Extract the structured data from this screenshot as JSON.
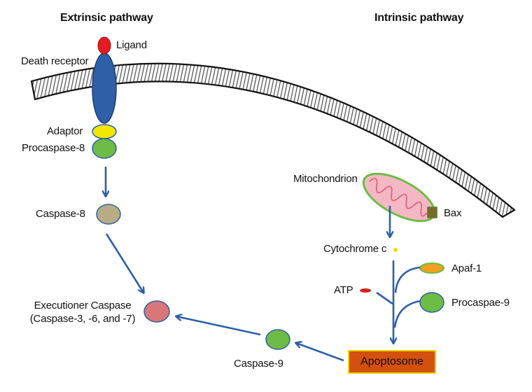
{
  "titles": {
    "extrinsic": "Extrinsic pathway",
    "intrinsic": "Intrinsic pathway"
  },
  "labels": {
    "ligand": "Ligand",
    "death_receptor": "Death receptor",
    "adaptor": "Adaptor",
    "procaspase8": "Procaspase-8",
    "caspase8": "Caspase-8",
    "mitochondrion": "Mitochondrion",
    "bax": "Bax",
    "cytochrome_c": "Cytochrome c",
    "apaf1": "Apaf-1",
    "atp": "ATP",
    "procaspase9": "Procaspae-9",
    "executioner_line1": "Executioner Caspase",
    "executioner_line2": "(Caspase-3, -6, and -7)",
    "caspase9": "Caspase-9",
    "apoptosome": "Apoptosome"
  },
  "colors": {
    "arrow": "#2e5fa8",
    "ligand": "#e31b23",
    "death_receptor": "#2f5fa6",
    "adaptor": "#f2e500",
    "procaspase8": "#6cbc45",
    "caspase8": "#b8ac84",
    "executioner": "#d9767a",
    "caspase9": "#6cbc45",
    "procaspase9": "#6cbc45",
    "apaf1": "#f0a020",
    "atp": "#d42020",
    "cytochrome_c": "#f0e000",
    "mitochondrion": "#f4b8c4",
    "bax": "#7a6a2a",
    "apoptosome": "#d4500f"
  }
}
